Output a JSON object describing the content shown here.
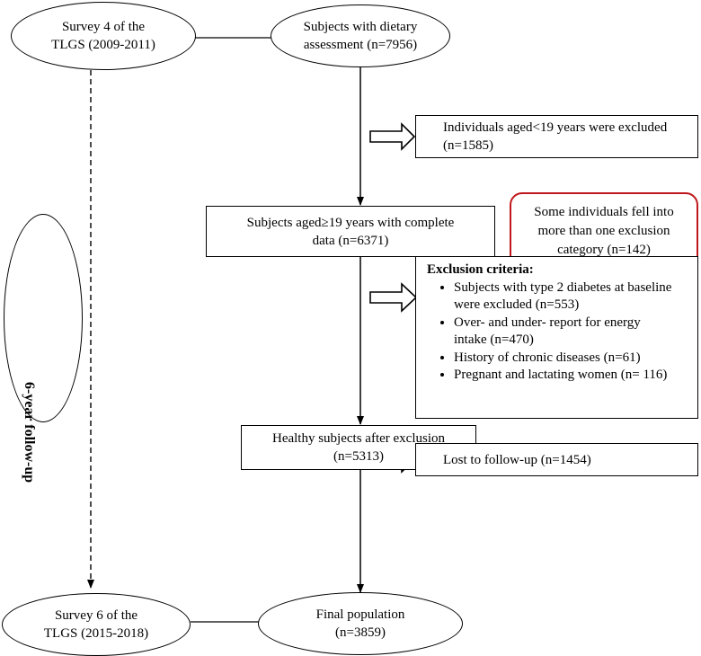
{
  "nodes": {
    "survey4": "Survey 4 of the\nTLGS (2009-2011)",
    "dietary": "Subjects with dietary\nassessment (n=7956)",
    "excluded_age": "Individuals aged<19 years were excluded\n(n=1585)",
    "aged19": "Subjects aged≥19 years with complete\ndata (n=6371)",
    "callout": "Some individuals fell into\nmore than one exclusion\ncategory (n=142)",
    "exclusion_title": "Exclusion criteria:",
    "exclusion_items": [
      "Subjects with type 2 diabetes at baseline\nwere excluded (n=553)",
      "Over- and under- report for energy\nintake (n=470)",
      "History of chronic diseases (n=61)",
      "Pregnant and lactating women (n= 116)"
    ],
    "healthy": "Healthy subjects after exclusion\n(n=5313)",
    "lost": "Lost to follow-up (n=1454)",
    "survey6": "Survey 6 of the\nTLGS (2015-2018)",
    "final": "Final population\n(n=3859)",
    "followup": "6-year follow-up"
  },
  "colors": {
    "callout_border": "#c0171c",
    "line": "#000000"
  }
}
